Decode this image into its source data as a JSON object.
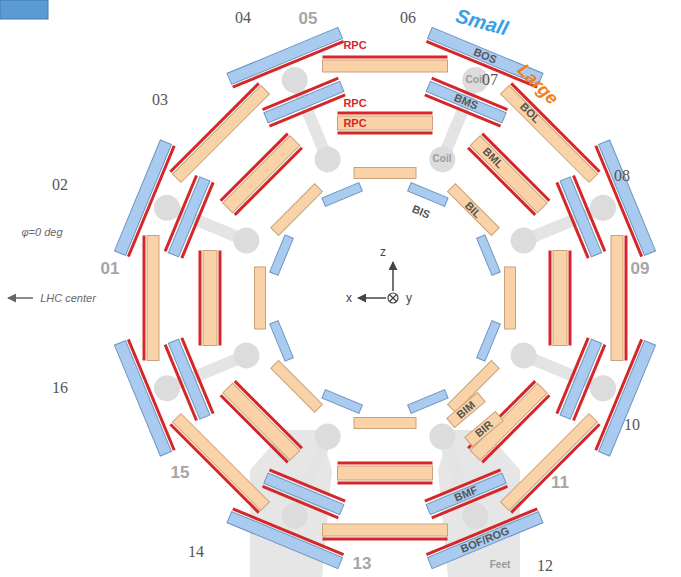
{
  "diagram": {
    "labels": [
      "04",
      "05",
      "Small",
      "06",
      "RPC",
      "BOS",
      "Coil",
      "07",
      "Large",
      "BOL",
      "03",
      "RPC",
      "BMS",
      "RPC",
      "BML",
      "02",
      "08",
      "Coil",
      "BIS",
      "BIL",
      "z",
      "φ=0 deg",
      "01",
      "x",
      "y",
      "09",
      "LHC center",
      "16",
      "BIM",
      "BIR",
      "10",
      "15",
      "11",
      "BMF",
      "14",
      "BOF/ROG",
      "Feet",
      "13",
      "12"
    ]
  }
}
